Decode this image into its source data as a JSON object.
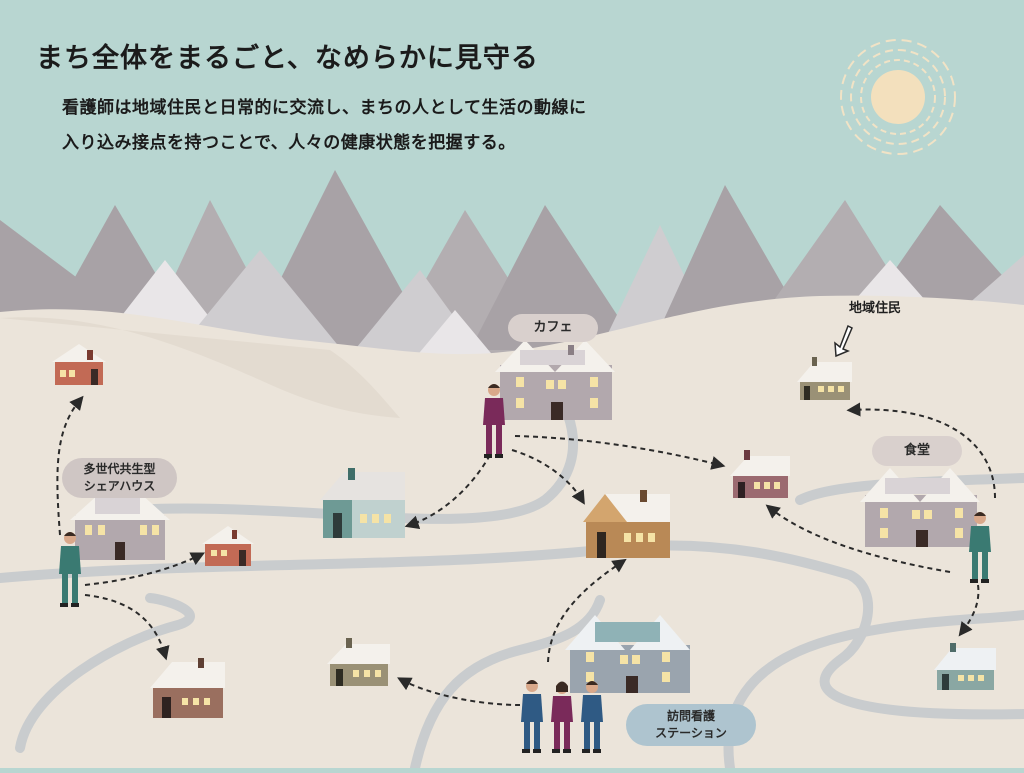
{
  "heading": {
    "title": "まち全体をまるごと、なめらかに見守る",
    "description_line1": "看護師は地域住民と日常的に交流し、まちの人として生活の動線に",
    "description_line2": "入り込み接点を持つことで、人々の健康状態を把握する。"
  },
  "places": {
    "cafe": "カフェ",
    "residents": "地域住民",
    "cafeteria": "食堂",
    "sharehouse_line1": "多世代共生型",
    "sharehouse_line2": "シェアハウス",
    "station_line1": "訪問看護",
    "station_line2": "ステーション"
  },
  "colors": {
    "sky": "#b8d6d1",
    "ground": "#ebe4da",
    "mountain_dark": "#a8a2a6",
    "mountain_light": "#cfcdd0",
    "road": "#c9ccce",
    "nurse_teal": "#3a7a72",
    "nurse_purple": "#7a2a5a",
    "nurse_blue": "#2f5a84"
  }
}
